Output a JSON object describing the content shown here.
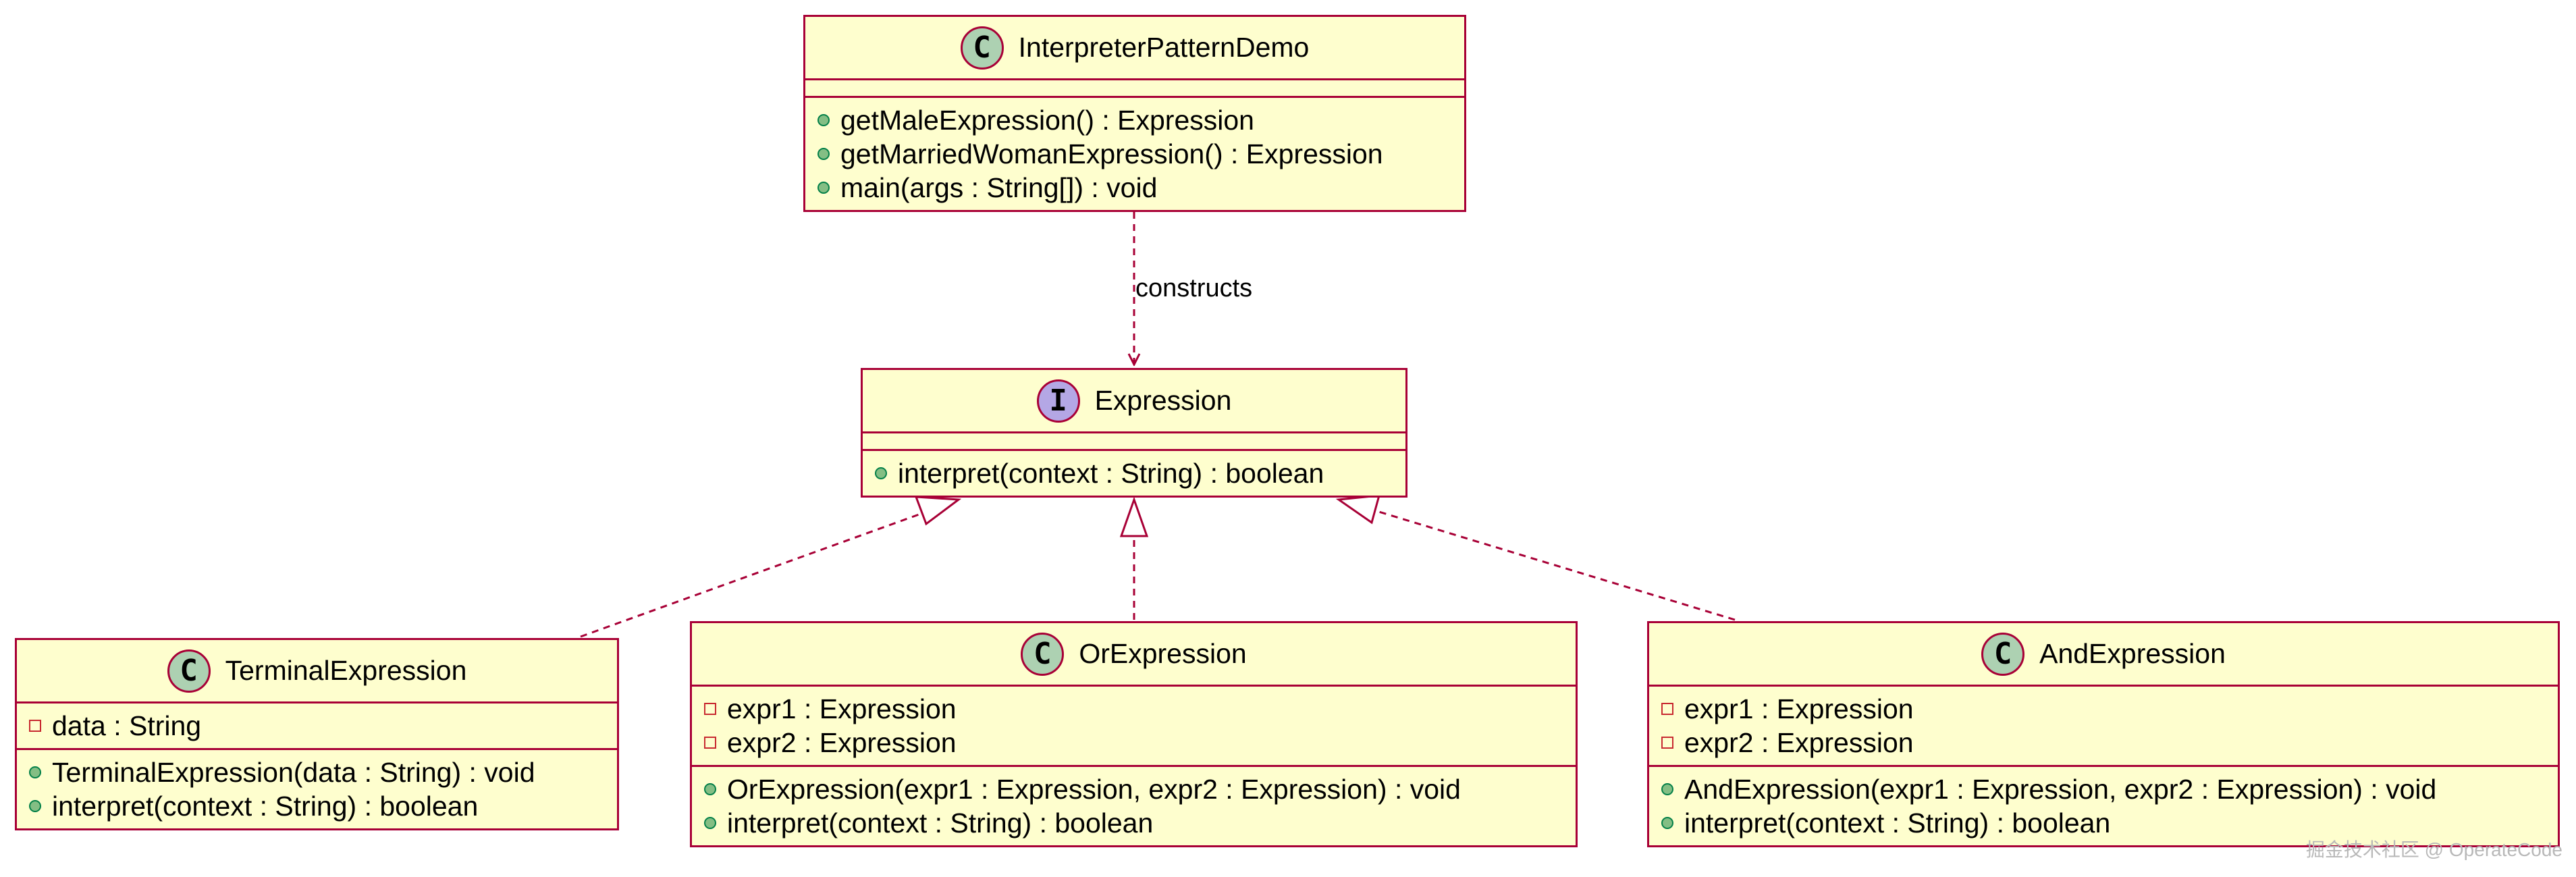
{
  "diagram": {
    "classes": {
      "demo": {
        "name": "InterpreterPatternDemo",
        "kind_letter": "C",
        "fields": [],
        "methods": [
          {
            "visibility": "public",
            "text": "getMaleExpression() : Expression"
          },
          {
            "visibility": "public",
            "text": "getMarriedWomanExpression() : Expression"
          },
          {
            "visibility": "public",
            "text": "main(args : String[]) : void"
          }
        ]
      },
      "expression": {
        "name": "Expression",
        "kind_letter": "I",
        "fields": [],
        "methods": [
          {
            "visibility": "public",
            "text": "interpret(context : String) : boolean"
          }
        ]
      },
      "terminal": {
        "name": "TerminalExpression",
        "kind_letter": "C",
        "fields": [
          {
            "visibility": "private",
            "text": "data : String"
          }
        ],
        "methods": [
          {
            "visibility": "public",
            "text": "TerminalExpression(data : String) : void"
          },
          {
            "visibility": "public",
            "text": "interpret(context : String) : boolean"
          }
        ]
      },
      "or": {
        "name": "OrExpression",
        "kind_letter": "C",
        "fields": [
          {
            "visibility": "private",
            "text": "expr1 : Expression"
          },
          {
            "visibility": "private",
            "text": "expr2 : Expression"
          }
        ],
        "methods": [
          {
            "visibility": "public",
            "text": "OrExpression(expr1 : Expression, expr2 : Expression) : void"
          },
          {
            "visibility": "public",
            "text": "interpret(context : String) : boolean"
          }
        ]
      },
      "and": {
        "name": "AndExpression",
        "kind_letter": "C",
        "fields": [
          {
            "visibility": "private",
            "text": "expr1 : Expression"
          },
          {
            "visibility": "private",
            "text": "expr2 : Expression"
          }
        ],
        "methods": [
          {
            "visibility": "public",
            "text": "AndExpression(expr1 : Expression, expr2 : Expression) : void"
          },
          {
            "visibility": "public",
            "text": "interpret(context : String) : boolean"
          }
        ]
      }
    },
    "relations": {
      "constructs_label": "constructs"
    },
    "colors": {
      "border": "#a80036",
      "fill": "#fefece",
      "class_icon": "#add1b2",
      "interface_icon": "#b4a7e5"
    }
  },
  "watermark": "掘金技术社区 @ OperateCode"
}
